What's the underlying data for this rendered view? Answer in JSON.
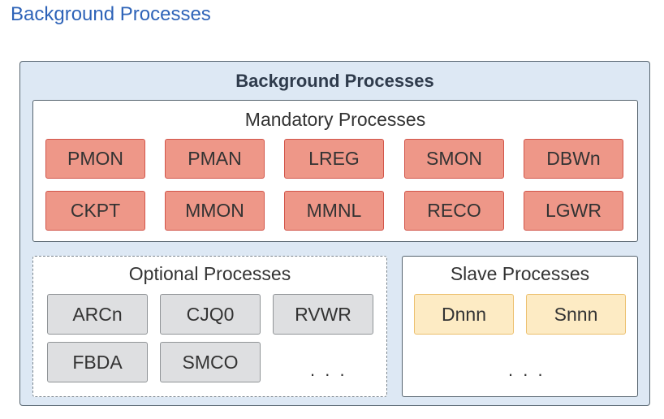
{
  "page_title": "Background Processes",
  "diagram": {
    "title": "Background Processes",
    "mandatory": {
      "title": "Mandatory Processes",
      "processes": [
        "PMON",
        "PMAN",
        "LREG",
        "SMON",
        "DBWn",
        "CKPT",
        "MMON",
        "MMNL",
        "RECO",
        "LGWR"
      ]
    },
    "optional": {
      "title": "Optional Processes",
      "processes": [
        "ARCn",
        "CJQ0",
        "RVWR",
        "FBDA",
        "SMCO"
      ],
      "more": ". . ."
    },
    "slave": {
      "title": "Slave Processes",
      "processes": [
        "Dnnn",
        "Snnn"
      ],
      "more": ". . ."
    }
  },
  "colors": {
    "title_blue": "#2e63b8",
    "outer_fill": "#dde8f4",
    "mandatory_fill": "#ee9788",
    "optional_fill": "#dedfe1",
    "slave_fill": "#fdebc4"
  }
}
